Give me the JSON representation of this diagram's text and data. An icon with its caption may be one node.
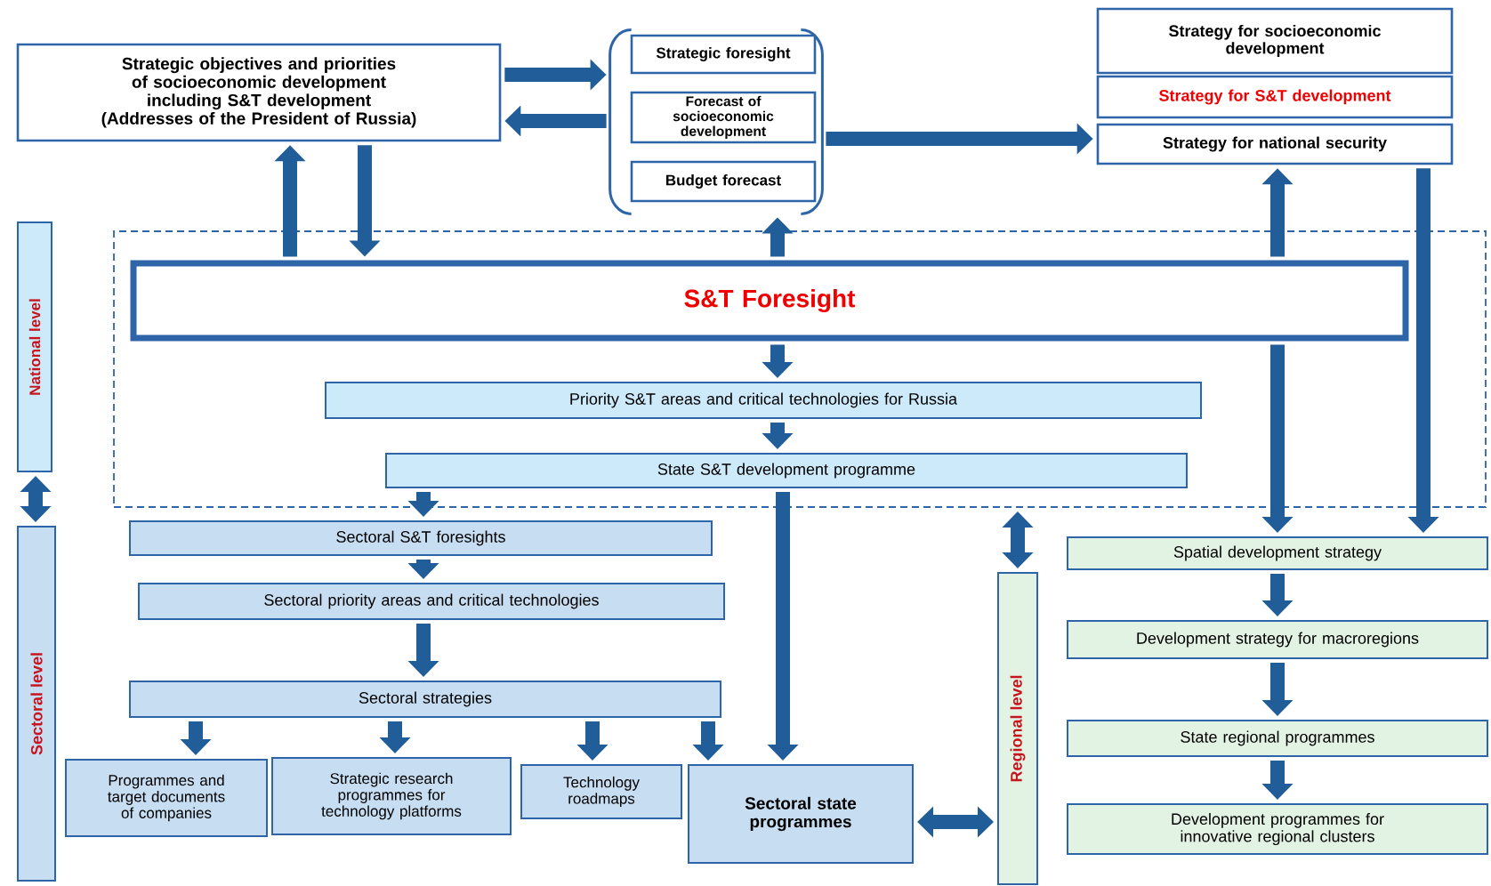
{
  "diagram": {
    "nodes": [
      {
        "text": [
          "Strategic objectives and priorities of socioeconomic development including S&T development (Addresses of the President of Russia)"
        ]
      },
      {
        "text": [],
        "shape": "box"
      },
      {
        "text": [
          "Strategic foresight"
        ],
        "in": 1
      },
      {
        "text": [
          "Forecast of socioeconomic development"
        ],
        "in": 1
      },
      {
        "text": [
          "Budget forecast"
        ],
        "in": 1
      },
      {
        "text": [
          "Strategy for socioeconomic development"
        ]
      },
      {
        "text": [
          "Strategy for S&T development"
        ]
      },
      {
        "text": [
          "Strategy for national security"
        ]
      },
      {
        "text": [
          "National level"
        ]
      },
      {
        "text": [],
        "shape": "box"
      },
      {
        "text": [
          "S&T Foresight"
        ],
        "in": 9
      },
      {
        "text": [
          "Priority S&T areas and critical technologies for Russia"
        ],
        "in": 9
      },
      {
        "text": [
          "State S&T development programme"
        ],
        "in": 9
      },
      {
        "text": [
          "Sectoral level"
        ]
      },
      {
        "text": [
          "Sectoral S&T foresights"
        ]
      },
      {
        "text": [
          "Sectoral priority areas and critical technologies"
        ]
      },
      {
        "text": [
          "Sectoral strategies"
        ]
      },
      {
        "text": [
          "Programmes and target documents of companies"
        ]
      },
      {
        "text": [
          "Strategic research programmes for technology platforms"
        ]
      },
      {
        "text": [
          "Technology roadmaps"
        ]
      },
      {
        "text": [
          "Sectoral state programmes"
        ]
      },
      {
        "text": [
          "Regional level"
        ]
      },
      {
        "text": [
          "Spatial development strategy"
        ]
      },
      {
        "text": [
          "Development strategy for macroregions"
        ]
      },
      {
        "text": [
          "State regional programmes"
        ]
      },
      {
        "text": [
          "Development programmes for innovative regional clusters"
        ]
      }
    ],
    "edges": [
      {
        "from": 0,
        "to": 1,
        "arrow": "to"
      },
      {
        "from": 1,
        "to": 0,
        "arrow": "to"
      },
      {
        "from": 1,
        "to": 7,
        "arrow": "to"
      },
      {
        "from": 10,
        "to": 0,
        "arrow": "to"
      },
      {
        "from": 0,
        "to": 10,
        "arrow": "to"
      },
      {
        "from": 10,
        "to": 1,
        "arrow": "to"
      },
      {
        "from": 10,
        "to": 7,
        "arrow": "to"
      },
      {
        "from": 10,
        "to": 22,
        "arrow": "to"
      },
      {
        "from": 7,
        "to": 22,
        "arrow": "to"
      },
      {
        "from": 10,
        "to": 11,
        "arrow": "to"
      },
      {
        "from": 11,
        "to": 12,
        "arrow": "to"
      },
      {
        "from": 12,
        "to": 14,
        "arrow": "to"
      },
      {
        "from": 12,
        "to": 20,
        "arrow": "to"
      },
      {
        "from": 14,
        "to": 15,
        "arrow": "to"
      },
      {
        "from": 15,
        "to": 16,
        "arrow": "to"
      },
      {
        "from": 16,
        "to": 17,
        "arrow": "to"
      },
      {
        "from": 16,
        "to": 18,
        "arrow": "to"
      },
      {
        "from": 16,
        "to": 19,
        "arrow": "to"
      },
      {
        "from": 16,
        "to": 20,
        "arrow": "to"
      },
      {
        "from": 20,
        "to": 21,
        "arrow": "both"
      },
      {
        "from": 8,
        "to": 13,
        "arrow": "both"
      },
      {
        "from": 9,
        "to": 21,
        "arrow": "both"
      },
      {
        "from": 22,
        "to": 23,
        "arrow": "to"
      },
      {
        "from": 23,
        "to": 24,
        "arrow": "to"
      },
      {
        "from": 24,
        "to": 25,
        "arrow": "to"
      }
    ]
  }
}
